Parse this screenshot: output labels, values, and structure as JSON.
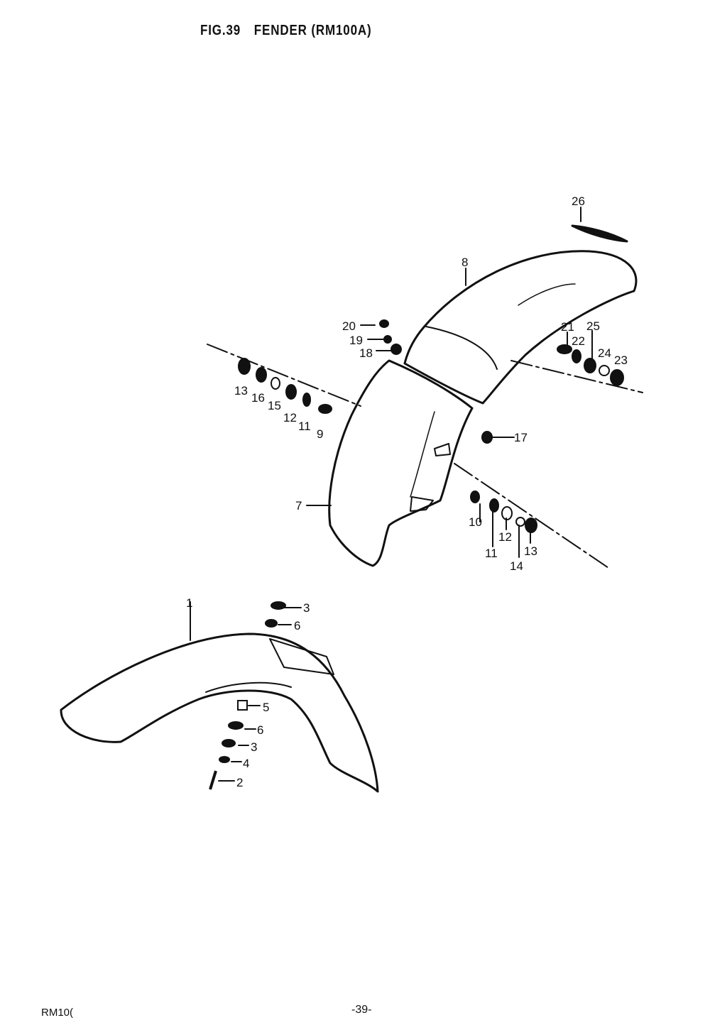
{
  "header": {
    "fig": "FIG.39",
    "title": "FENDER (RM100A)"
  },
  "footer": {
    "model": "RM10(",
    "page": "-39-"
  },
  "callouts": {
    "c1": "1",
    "c2": "2",
    "c3a": "3",
    "c3b": "3",
    "c4": "4",
    "c5": "5",
    "c6a": "6",
    "c6b": "6",
    "c7": "7",
    "c8": "8",
    "c9": "9",
    "c10": "10",
    "c11a": "11",
    "c11b": "11",
    "c12a": "12",
    "c12b": "12",
    "c13a": "13",
    "c13b": "13",
    "c14": "14",
    "c15": "15",
    "c16": "16",
    "c17": "17",
    "c18": "18",
    "c19": "19",
    "c20": "20",
    "c21": "21",
    "c22": "22",
    "c23": "23",
    "c24": "24",
    "c25": "25",
    "c26": "26"
  }
}
